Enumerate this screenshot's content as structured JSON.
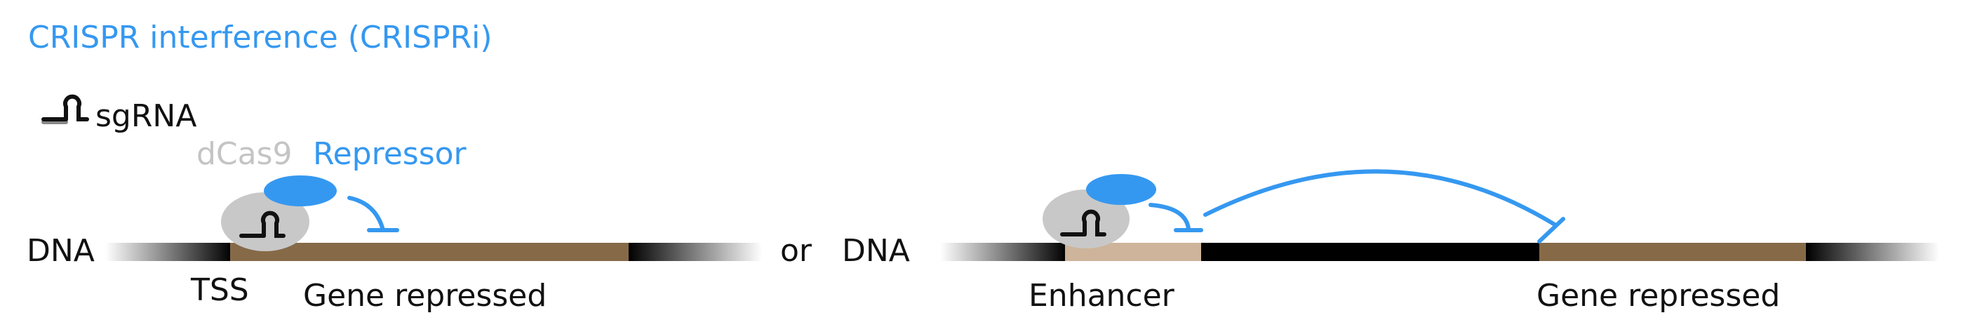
{
  "title": "CRISPR interference (CRISPRi)",
  "legend": {
    "sgrna_label": "sgRNA"
  },
  "panel_left": {
    "dcas9_label": "dCas9",
    "repressor_label": "Repressor",
    "dna_label": "DNA",
    "tss_label": "TSS",
    "gene_label": "Gene repressed"
  },
  "separator": "or",
  "panel_right": {
    "dna_label": "DNA",
    "enhancer_label": "Enhancer",
    "gene_label": "Gene repressed"
  },
  "colors": {
    "accent_blue": "#3598f0",
    "dcas9_grey": "#c8c8c8",
    "gene_brown": "#866a48",
    "enhancer_tan": "#cdb49a",
    "dna_black": "#000000"
  }
}
